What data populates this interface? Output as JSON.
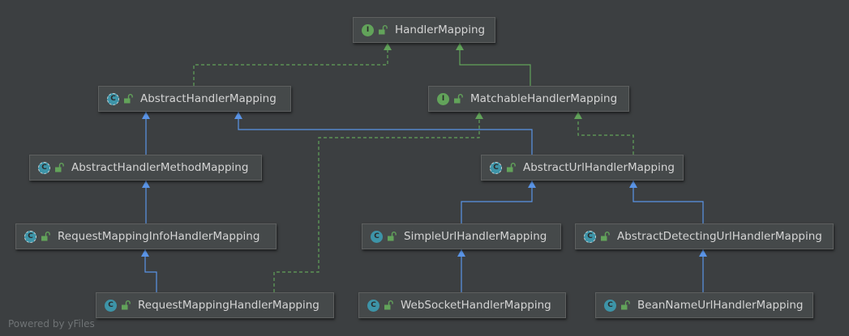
{
  "diagram": {
    "nodes": [
      {
        "id": "handler_mapping",
        "label": "HandlerMapping",
        "kind": "interface",
        "badge": "I"
      },
      {
        "id": "abstract_handler_mapping",
        "label": "AbstractHandlerMapping",
        "kind": "abstract-class",
        "badge": "C"
      },
      {
        "id": "matchable_handler_mapping",
        "label": "MatchableHandlerMapping",
        "kind": "interface",
        "badge": "I"
      },
      {
        "id": "abstract_handler_method_mapping",
        "label": "AbstractHandlerMethodMapping",
        "kind": "abstract-class",
        "badge": "C"
      },
      {
        "id": "abstract_url_handler_mapping",
        "label": "AbstractUrlHandlerMapping",
        "kind": "abstract-class",
        "badge": "C"
      },
      {
        "id": "request_mapping_info_handler_mapping",
        "label": "RequestMappingInfoHandlerMapping",
        "kind": "abstract-class",
        "badge": "C"
      },
      {
        "id": "simple_url_handler_mapping",
        "label": "SimpleUrlHandlerMapping",
        "kind": "class",
        "badge": "C"
      },
      {
        "id": "abstract_detecting_url_handler_mapping",
        "label": "AbstractDetectingUrlHandlerMapping",
        "kind": "abstract-class",
        "badge": "C"
      },
      {
        "id": "request_mapping_handler_mapping",
        "label": "RequestMappingHandlerMapping",
        "kind": "class",
        "badge": "C"
      },
      {
        "id": "websocket_handler_mapping",
        "label": "WebSocketHandlerMapping",
        "kind": "class",
        "badge": "C"
      },
      {
        "id": "bean_name_url_handler_mapping",
        "label": "BeanNameUrlHandlerMapping",
        "kind": "class",
        "badge": "C"
      }
    ],
    "edges": [
      {
        "from": "abstract_handler_mapping",
        "to": "handler_mapping",
        "type": "implements"
      },
      {
        "from": "matchable_handler_mapping",
        "to": "handler_mapping",
        "type": "extends-interface"
      },
      {
        "from": "abstract_handler_method_mapping",
        "to": "abstract_handler_mapping",
        "type": "extends"
      },
      {
        "from": "abstract_url_handler_mapping",
        "to": "abstract_handler_mapping",
        "type": "extends"
      },
      {
        "from": "abstract_url_handler_mapping",
        "to": "matchable_handler_mapping",
        "type": "implements"
      },
      {
        "from": "request_mapping_info_handler_mapping",
        "to": "abstract_handler_method_mapping",
        "type": "extends"
      },
      {
        "from": "request_mapping_handler_mapping",
        "to": "request_mapping_info_handler_mapping",
        "type": "extends"
      },
      {
        "from": "request_mapping_handler_mapping",
        "to": "matchable_handler_mapping",
        "type": "implements"
      },
      {
        "from": "simple_url_handler_mapping",
        "to": "abstract_url_handler_mapping",
        "type": "extends"
      },
      {
        "from": "abstract_detecting_url_handler_mapping",
        "to": "abstract_url_handler_mapping",
        "type": "extends"
      },
      {
        "from": "websocket_handler_mapping",
        "to": "simple_url_handler_mapping",
        "type": "extends"
      },
      {
        "from": "bean_name_url_handler_mapping",
        "to": "abstract_detecting_url_handler_mapping",
        "type": "extends"
      }
    ],
    "colors": {
      "background": "#3c3f41",
      "extends_edge": "#5a94e6",
      "implements_edge": "#62a35a",
      "interface_badge": "#62a35a",
      "class_badge": "#3d94a8"
    }
  },
  "footer": {
    "text": "Powered by yFiles"
  }
}
